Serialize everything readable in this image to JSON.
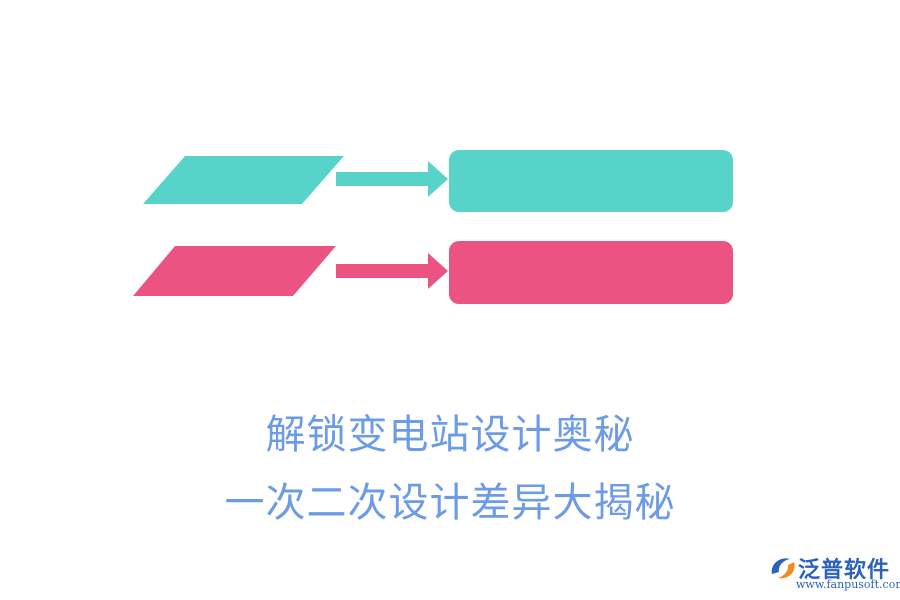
{
  "title": {
    "line1": "解锁变电站设计奥秘",
    "line2": "一次二次设计差异大揭秘"
  },
  "logo": {
    "name": "泛普软件",
    "url": "www.fanpusoft.com"
  },
  "colors": {
    "teal": "#58d3c9",
    "pink": "#eb5383",
    "title_text": "#6d9be6",
    "logo_name": "#2b63b8",
    "logo_accent": "#f08a24"
  },
  "diagram": {
    "rows": [
      {
        "color": "teal",
        "text_left": "",
        "text_right": ""
      },
      {
        "color": "pink",
        "text_left": "",
        "text_right": ""
      }
    ]
  }
}
